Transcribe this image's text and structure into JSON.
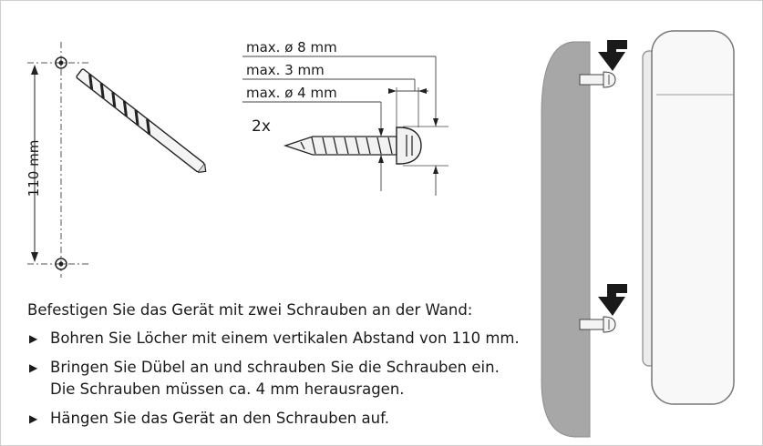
{
  "diagram": {
    "spacing_label": "110 mm",
    "head_diameter_label": "max. ø 8 mm",
    "head_height_label": "max. 3 mm",
    "shaft_diameter_label": "max. ø 4 mm",
    "quantity_label": "2x"
  },
  "instructions": {
    "intro": "Befestigen Sie das Gerät mit zwei Schrauben an der Wand:",
    "steps": [
      "Bohren Sie Löcher mit einem vertikalen Abstand von 110 mm.",
      "Bringen Sie Dübel an und schrauben Sie die Schrauben ein.",
      "Die Schrauben müssen ca. 4 mm herausragen.",
      "Hängen Sie das Gerät an den Schrauben auf."
    ],
    "bullet": "▶"
  }
}
